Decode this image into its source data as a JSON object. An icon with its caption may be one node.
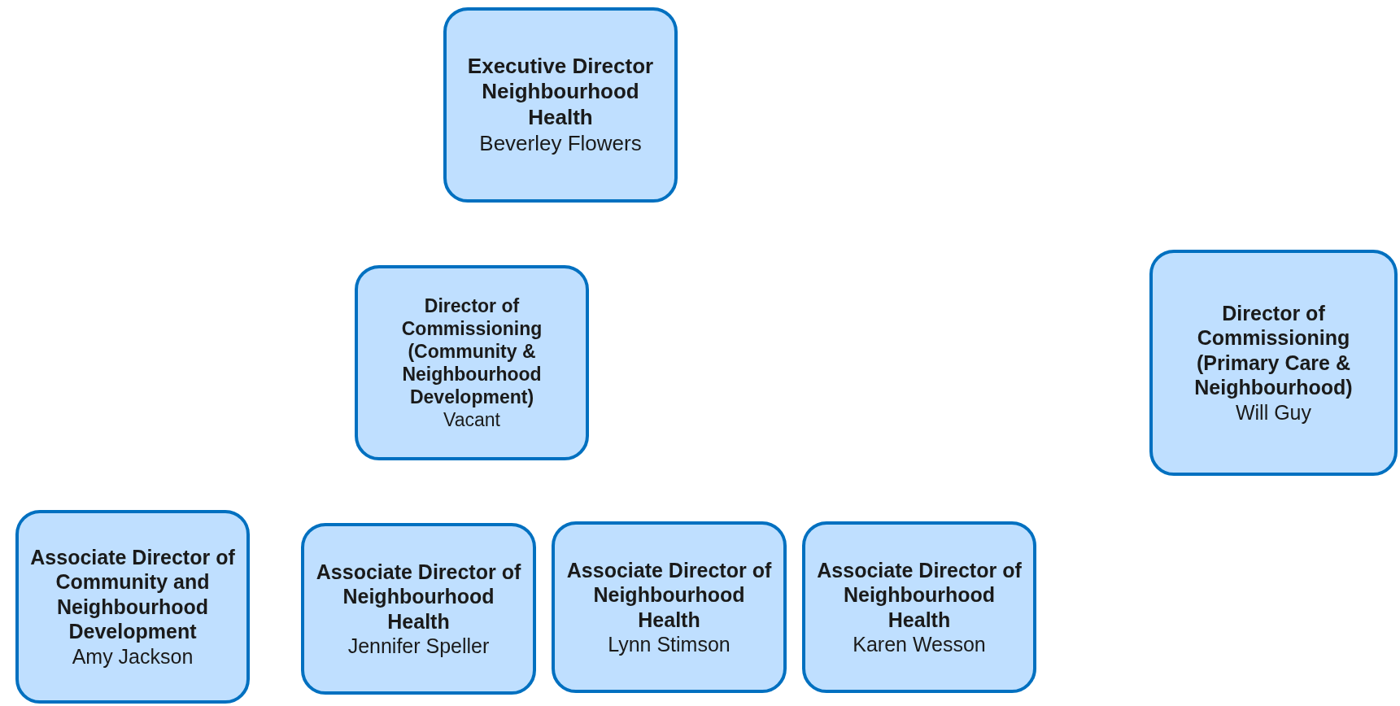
{
  "diagram": {
    "nodes": [
      {
        "text": [
          "Executive Director Neighbourhood Health",
          "Beverley Flowers"
        ]
      },
      {
        "text": [
          "Director of Commissioning (Community & Neighbourhood Development)",
          "Vacant"
        ]
      },
      {
        "text": [
          "Director of Commissioning (Primary Care & Neighbourhood)",
          "Will Guy"
        ]
      },
      {
        "text": [
          "Associate Director of Community and Neighbourhood Development",
          "Amy Jackson"
        ]
      },
      {
        "text": [
          "Associate Director of Neighbourhood Health",
          "Jennifer Speller"
        ]
      },
      {
        "text": [
          "Associate Director of Neighbourhood Health",
          "Lynn Stimson"
        ]
      },
      {
        "text": [
          "Associate Director of Neighbourhood Health",
          "Karen Wesson"
        ]
      }
    ]
  }
}
